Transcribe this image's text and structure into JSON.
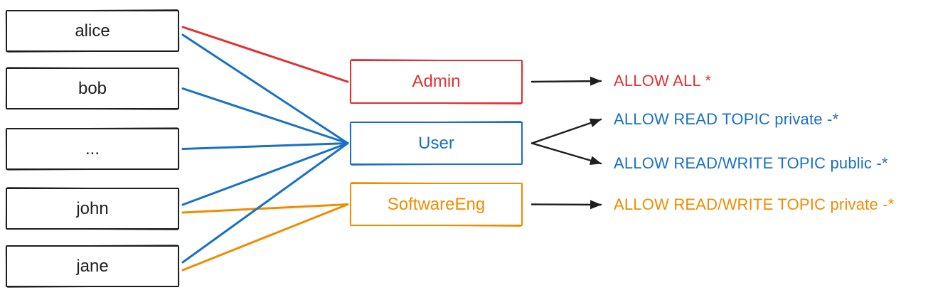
{
  "diagram": {
    "ink": "#1e1e1e",
    "arrow_color": "#1e1e1e",
    "background": "#ffffff",
    "users": [
      {
        "id": "alice",
        "label": "alice"
      },
      {
        "id": "bob",
        "label": "bob"
      },
      {
        "id": "ellipsis",
        "label": "..."
      },
      {
        "id": "john",
        "label": "john"
      },
      {
        "id": "jane",
        "label": "jane"
      }
    ],
    "roles": [
      {
        "id": "admin",
        "label": "Admin",
        "color": "#e03131"
      },
      {
        "id": "user",
        "label": "User",
        "color": "#1971c2"
      },
      {
        "id": "softwareeng",
        "label": "SoftwareEng",
        "color": "#f08c00"
      }
    ],
    "permissions": [
      {
        "id": "allow-all",
        "label": "ALLOW ALL *",
        "color": "#e03131"
      },
      {
        "id": "allow-read-topic-private",
        "label": "ALLOW READ TOPIC private -*",
        "color": "#1971c2"
      },
      {
        "id": "allow-rw-topic-public",
        "label": "ALLOW READ/WRITE TOPIC public -*",
        "color": "#1971c2"
      },
      {
        "id": "allow-rw-topic-private",
        "label": "ALLOW READ/WRITE TOPIC private -*",
        "color": "#f08c00"
      }
    ],
    "memberships": [
      {
        "from": "alice",
        "to": "admin",
        "color": "#e03131"
      },
      {
        "from": "alice",
        "to": "user",
        "color": "#1971c2"
      },
      {
        "from": "bob",
        "to": "user",
        "color": "#1971c2"
      },
      {
        "from": "ellipsis",
        "to": "user",
        "color": "#1971c2"
      },
      {
        "from": "john",
        "to": "user",
        "color": "#1971c2"
      },
      {
        "from": "john",
        "to": "softwareeng",
        "color": "#f08c00"
      },
      {
        "from": "jane",
        "to": "user",
        "color": "#1971c2"
      },
      {
        "from": "jane",
        "to": "softwareeng",
        "color": "#f08c00"
      }
    ],
    "grants": [
      {
        "from": "admin",
        "to": "allow-all"
      },
      {
        "from": "user",
        "to": "allow-read-topic-private"
      },
      {
        "from": "user",
        "to": "allow-rw-topic-public"
      },
      {
        "from": "softwareeng",
        "to": "allow-rw-topic-private"
      }
    ]
  }
}
